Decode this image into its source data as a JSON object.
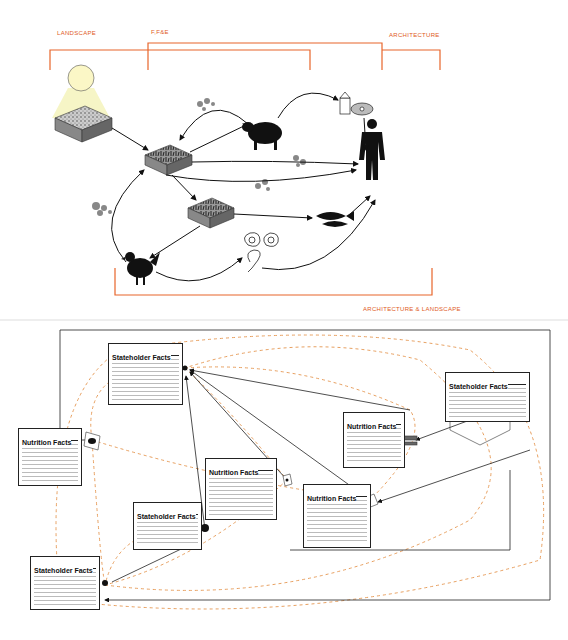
{
  "diagram": {
    "nodes": [
      {
        "text": [
          "Stateholder Facts"
        ]
      },
      {
        "text": [
          "Stateholder Facts"
        ]
      },
      {
        "text": [
          "Nutrition Facts"
        ]
      },
      {
        "text": [
          "Nutrition Facts"
        ]
      },
      {
        "text": [
          "Nutrition Facts"
        ]
      },
      {
        "text": [
          "Nutrition Facts"
        ]
      },
      {
        "text": [
          "Stateholder Facts"
        ]
      },
      {
        "text": [
          "Stateholder Facts"
        ]
      }
    ],
    "labels": [
      "LANDSCAPE",
      "F,F&E",
      "ARCHITECTURE",
      "ARCHITECTURE & LANDSCAPE"
    ]
  }
}
